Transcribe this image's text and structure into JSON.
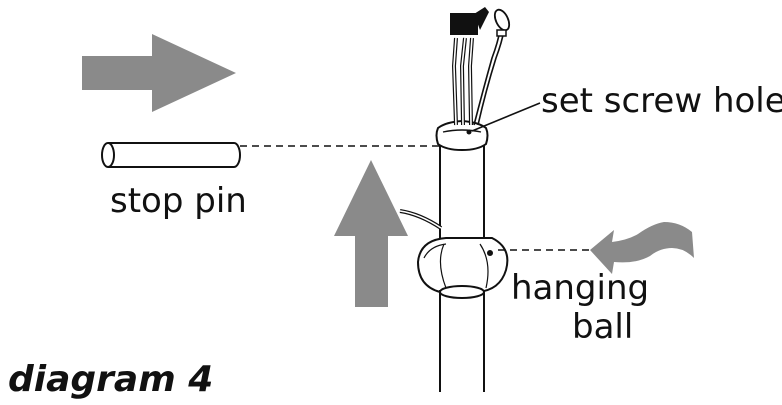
{
  "labels": {
    "set_screw_hole": "set screw hole",
    "stop_pin": "stop pin",
    "hanging_line1": "hanging",
    "hanging_line2": "ball"
  },
  "title": "diagram 4",
  "colors": {
    "arrow_fill": "#8a8a8a",
    "line": "#111111",
    "background": "#ffffff"
  },
  "icons": [
    "right-arrow-icon",
    "up-arrow-icon",
    "curved-arrow-icon"
  ]
}
